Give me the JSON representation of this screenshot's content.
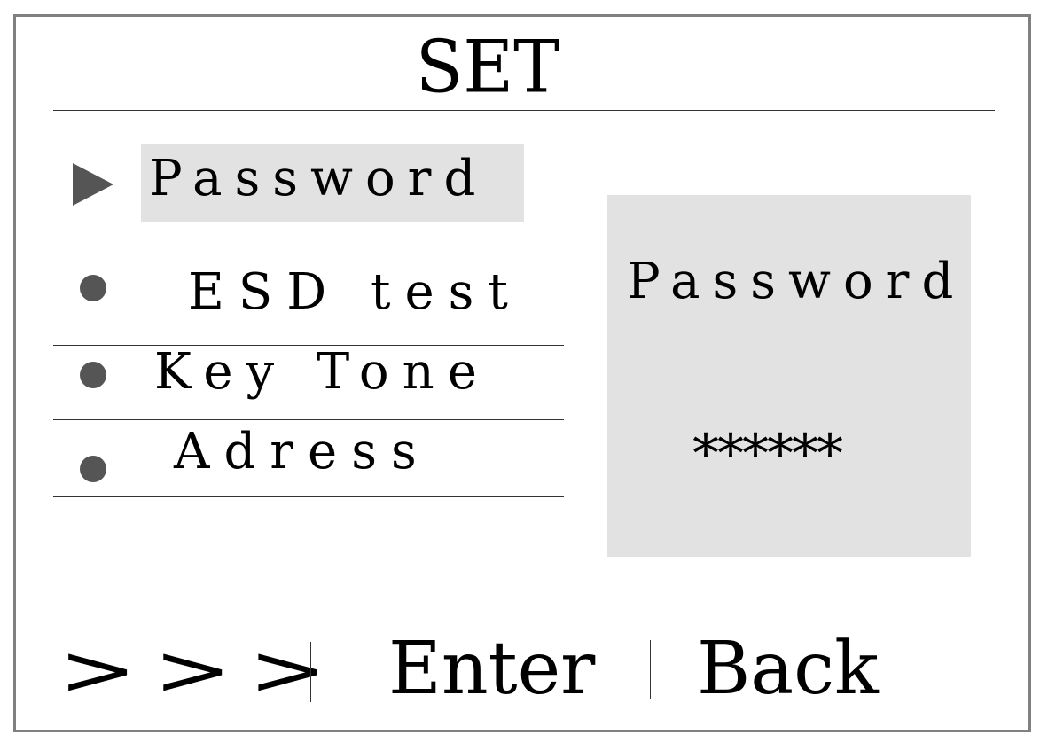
{
  "header": {
    "title": "SET"
  },
  "menu": {
    "items": [
      {
        "label": "Password",
        "marker": "triangle-pointer-icon",
        "selected": true
      },
      {
        "label": "ESD test",
        "marker": "bullet-dot-icon",
        "selected": false
      },
      {
        "label": "Key Tone",
        "marker": "bullet-dot-icon",
        "selected": false
      },
      {
        "label": "Adress",
        "marker": "bullet-dot-icon",
        "selected": false
      }
    ]
  },
  "panel": {
    "label": "Password",
    "value": "******"
  },
  "footer": {
    "next_label": ">>>",
    "enter_label": "Enter",
    "back_label": "Back"
  },
  "colors": {
    "highlight": "#e2e2e2",
    "marker": "#555555",
    "frame": "#808080"
  }
}
